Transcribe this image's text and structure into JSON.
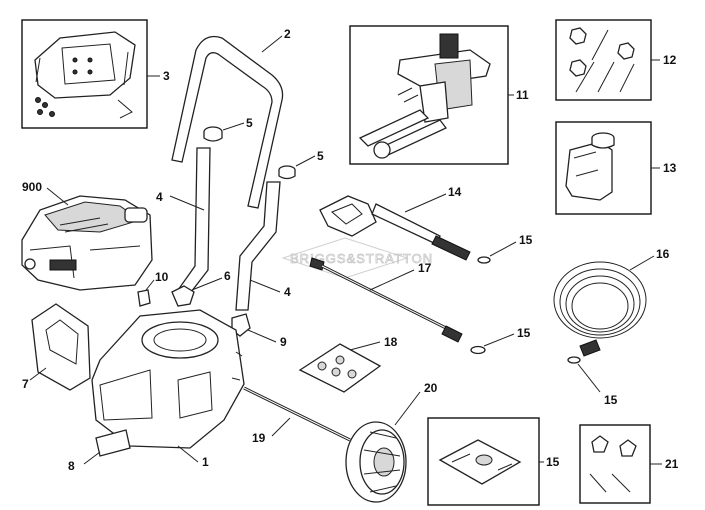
{
  "watermark": "BRIGGS&STRATTON",
  "callouts": {
    "c1": "1",
    "c2": "2",
    "c3": "3",
    "c4a": "4",
    "c4b": "4",
    "c5a": "5",
    "c5b": "5",
    "c6": "6",
    "c7": "7",
    "c8": "8",
    "c9": "9",
    "c10": "10",
    "c11": "11",
    "c12": "12",
    "c13": "13",
    "c14": "14",
    "c15a": "15",
    "c15b": "15",
    "c15c": "15",
    "c15d": "15",
    "c16": "16",
    "c17": "17",
    "c18": "18",
    "c19": "19",
    "c20": "20",
    "c21": "21",
    "c900": "900"
  }
}
